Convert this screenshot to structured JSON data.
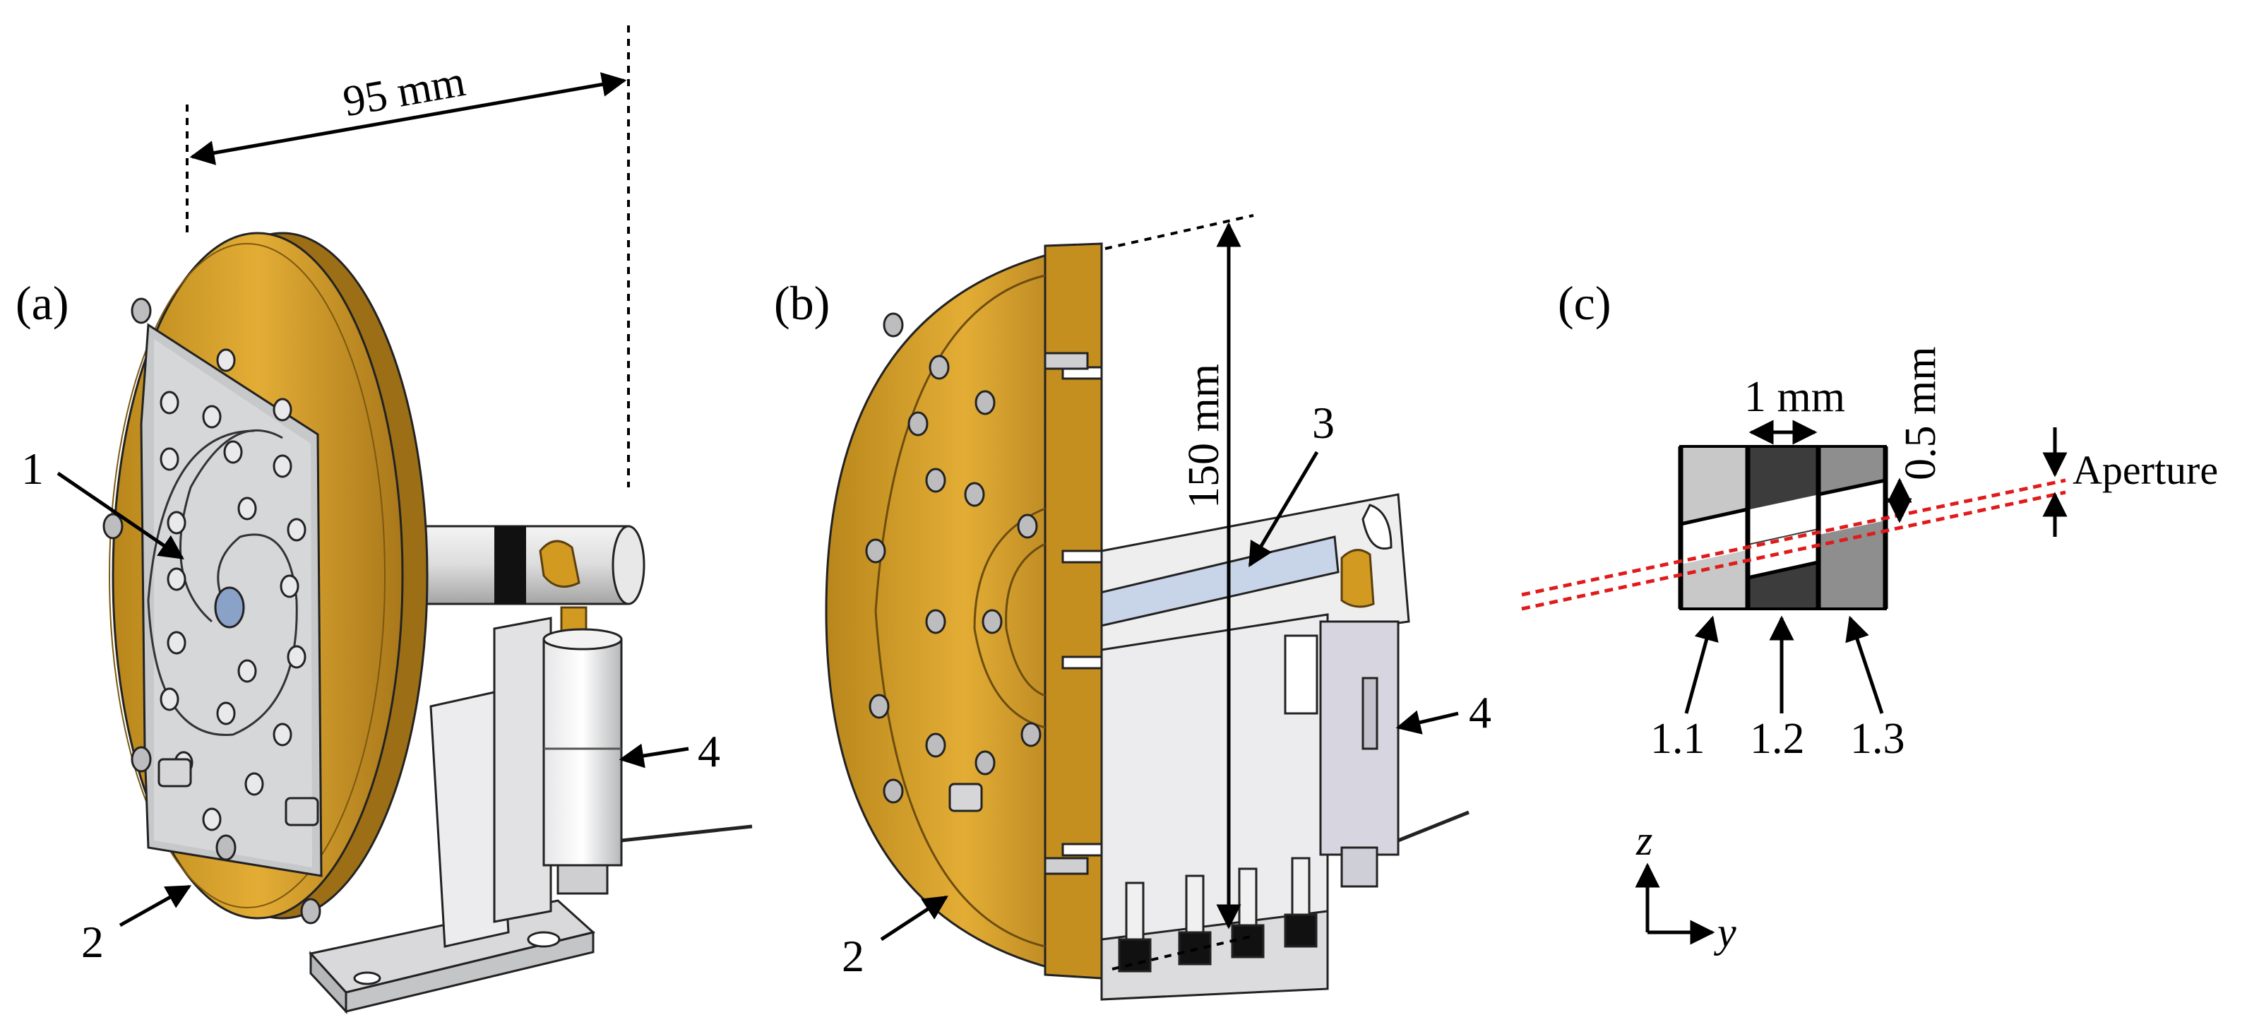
{
  "panels": {
    "a": {
      "label": "(a)",
      "dimension": "95 mm",
      "callouts": [
        "1",
        "2",
        "4"
      ]
    },
    "b": {
      "label": "(b)",
      "dimension": "150 mm",
      "callouts": [
        "2",
        "3",
        "4"
      ]
    },
    "c": {
      "label": "(c)",
      "width_label": "1 mm",
      "height_label": "0.5 mm",
      "aperture_label": "Aperture",
      "parts": [
        "1.1",
        "1.2",
        "1.3"
      ],
      "axes": {
        "vertical": "z",
        "horizontal": "y"
      }
    }
  },
  "colors": {
    "brass": "#d8a227",
    "brass_dark": "#a8791a",
    "steel": "#c9cacc",
    "steel_dark": "#8f9092",
    "laser": "#e01b1b",
    "part_1_1": "#c8c8c8",
    "part_1_2": "#3c3c3c",
    "part_1_3": "#8e8e8e"
  }
}
